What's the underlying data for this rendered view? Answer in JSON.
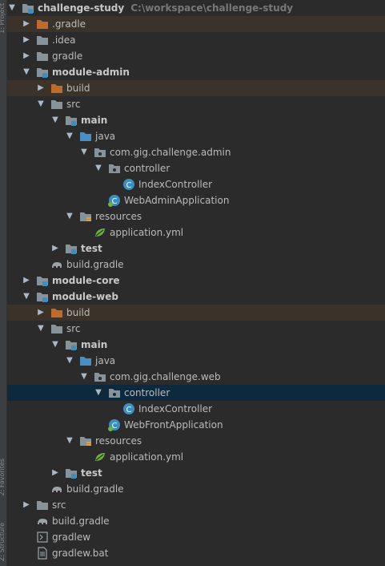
{
  "sidebar": {
    "top_label": "1: Project",
    "bottom_label_1": "2: Favorites",
    "bottom_label_2": "Z: Structure"
  },
  "tree": {
    "root": {
      "label": "challenge-study",
      "path": "C:\\workspace\\challenge-study"
    },
    "rows": [
      {
        "label": ".gradle"
      },
      {
        "label": ".idea"
      },
      {
        "label": "gradle"
      },
      {
        "label": "module-admin"
      },
      {
        "label": "build"
      },
      {
        "label": "src"
      },
      {
        "label": "main"
      },
      {
        "label": "java"
      },
      {
        "label": "com.gig.challenge.admin"
      },
      {
        "label": "controller"
      },
      {
        "label": "IndexController"
      },
      {
        "label": "WebAdminApplication"
      },
      {
        "label": "resources"
      },
      {
        "label": "application.yml"
      },
      {
        "label": "test"
      },
      {
        "label": "build.gradle"
      },
      {
        "label": "module-core"
      },
      {
        "label": "module-web"
      },
      {
        "label": "build"
      },
      {
        "label": "src"
      },
      {
        "label": "main"
      },
      {
        "label": "java"
      },
      {
        "label": "com.gig.challenge.web"
      },
      {
        "label": "controller"
      },
      {
        "label": "IndexController"
      },
      {
        "label": "WebFrontApplication"
      },
      {
        "label": "resources"
      },
      {
        "label": "application.yml"
      },
      {
        "label": "test"
      },
      {
        "label": "build.gradle"
      },
      {
        "label": "src"
      },
      {
        "label": "build.gradle"
      },
      {
        "label": "gradlew"
      },
      {
        "label": "gradlew.bat"
      }
    ]
  },
  "colors": {
    "background": "#2b2b2b",
    "folder": "#87939a",
    "excluded_folder": "#c06a2c",
    "source_folder": "#4a8fc4",
    "class_icon": "#3d8fc2",
    "selection": "#0d293e",
    "excluded_highlight": "#3b3329"
  }
}
